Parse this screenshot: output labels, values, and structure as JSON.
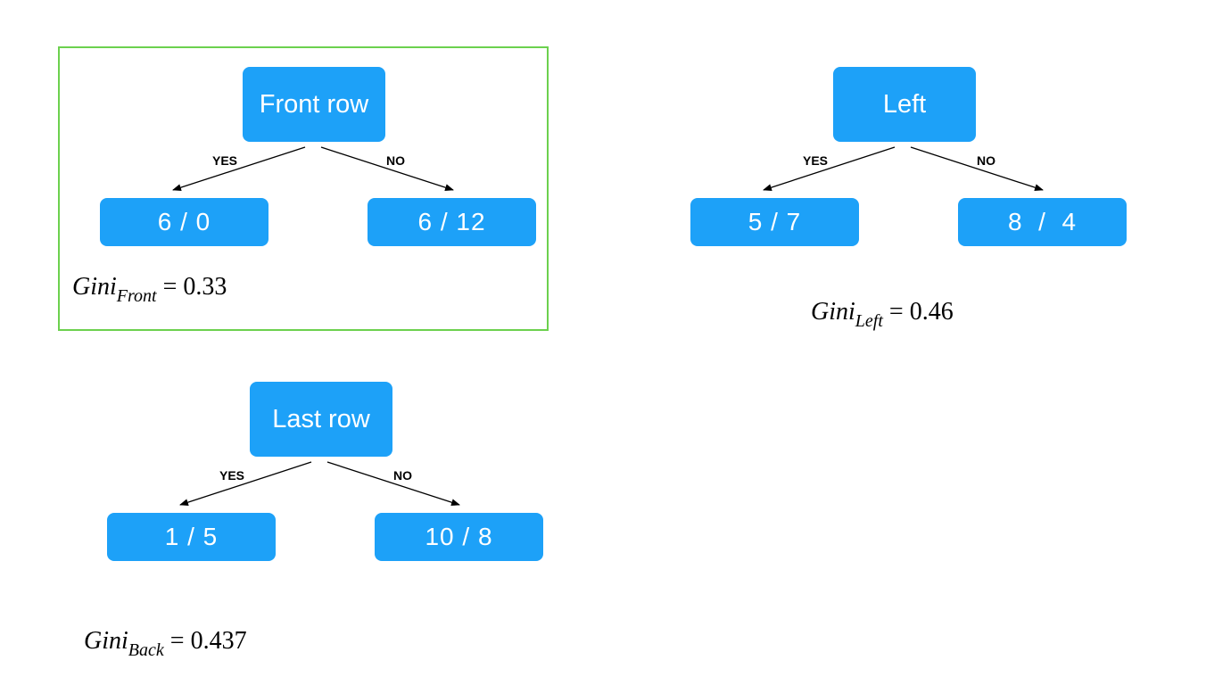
{
  "trees": [
    {
      "root": "Front row",
      "yes_label": "YES",
      "no_label": "NO",
      "yes_leaf": "6 / 0",
      "no_leaf": "6 / 12",
      "gini": {
        "symbol": "Gini",
        "subscript": "Front",
        "equals": "=",
        "value": "0.33"
      },
      "highlighted": true,
      "highlight_color": "#6cd14e"
    },
    {
      "root": "Left",
      "yes_label": "YES",
      "no_label": "NO",
      "yes_leaf": "5 / 7",
      "no_leaf": "8  /  4",
      "gini": {
        "symbol": "Gini",
        "subscript": "Left",
        "equals": "=",
        "value": "0.46"
      },
      "highlighted": false
    },
    {
      "root": "Last row",
      "yes_label": "YES",
      "no_label": "NO",
      "yes_leaf": "1 / 5",
      "no_leaf": "10 / 8",
      "gini": {
        "symbol": "Gini",
        "subscript": "Back",
        "equals": "=",
        "value": "0.437"
      },
      "highlighted": false
    }
  ],
  "colors": {
    "node_fill": "#1da1f8",
    "node_text": "#ffffff",
    "arrow": "#000000"
  }
}
